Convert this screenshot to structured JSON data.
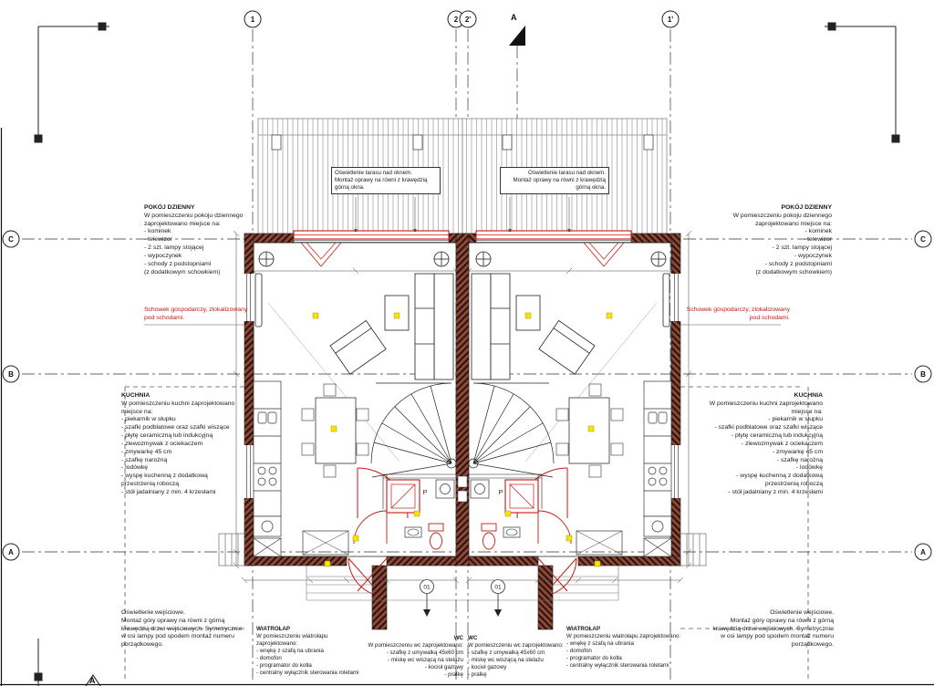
{
  "drawing": {
    "grid": {
      "top": [
        "1",
        "2",
        "2'",
        "1'"
      ],
      "left": [
        "C",
        "B",
        "A"
      ],
      "right": [
        "C",
        "B",
        "A"
      ]
    },
    "section_label": "A",
    "tags": {
      "washing_machine": "P",
      "entry": "01"
    }
  },
  "callout_terrace": {
    "body": "Oświetlenie tarasu nad oknem.\nMontaż oprawy na równi z krawędzią\ngórną okna."
  },
  "notes": {
    "living": {
      "title": "POKÓJ DZIENNY",
      "body": "W pomieszczeniu pokoju dziennego\nzaprojektowano miejsce na:\n- kominek\n- telewizor\n- 2 szt. lampy stojącej\n- wypoczynek\n- schody z podstopniami\n(z dodatkowym schowkiem)"
    },
    "storage": {
      "body": "Schowek gospodarczy, zlokalizowany\npod schodami."
    },
    "kitchen": {
      "title": "KUCHNIA",
      "body": "W pomieszczeniu kuchni zaprojektowano\nmiejsce na:\n- piekarnik w słupku\n- szafki podblatowe oraz szafki wiszące\n- płytę ceramiczną lub indukcyjną\n- zlewozmywak z ociekaczem\n- zmywarkę 45 cm\n- szafkę narożną\n- lodówkę\n- wyspę kuchenną z dodatkową\nprzestrzenią roboczą\n- stół jadalniany z min. 4 krzesłami"
    },
    "entry_light": {
      "body": "Oświetlenie wejściowe.\nMontaż góry oprawy na równi z górną\nkrawędzią drzwi wejściowych. Symetrycznie\nw osi lampy pod spodem montaż numeru\nporządkowego."
    },
    "vestibule": {
      "title": "WIATROŁAP",
      "body": "W pomieszczeniu wiatrołapu zaprojektowano:\n- wnękę z szafą na ubrania\n- domofon\n- programator do kotła\n- centralny wyłącznik sterowania roletami"
    },
    "wc": {
      "title": "WC",
      "body": "W pomieszczeniu wc zaprojektowano:\n- szafkę z umywalką 45x60 cm\n- miskę wc wiszącą na stelażu\n- kocioł gazowy\n- pralkę"
    }
  },
  "colors": {
    "accent_red": "#c41a10",
    "lamp_yellow": "#f7e400",
    "wall_brown": "#7c3a2a"
  }
}
